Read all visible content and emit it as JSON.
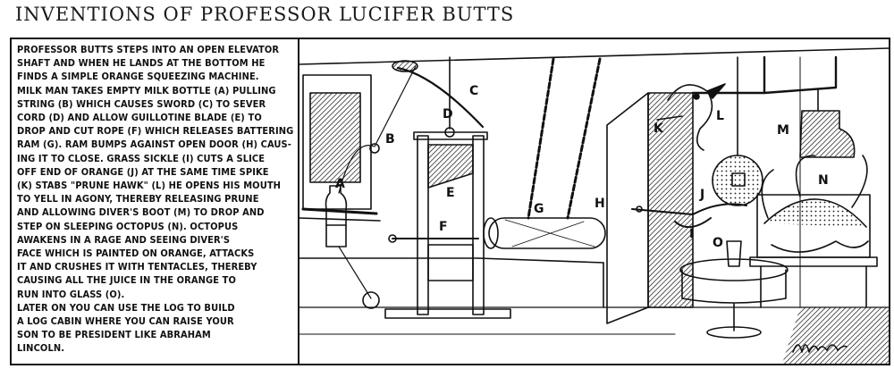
{
  "title": "INVENTIONS OF PROFESSOR LUCIFER BUTTS",
  "caption_lines": [
    "Professor Butts steps into an open elevator",
    "shaft and when he lands at the bottom he",
    "finds a simple orange squeezing machine.",
    "Milk man takes empty milk bottle (A) pulling",
    "string (B) which causes sword (C) to sever",
    "cord (D) and allow guillotine blade (E) to",
    "drop and cut rope (F) which releases battering",
    "ram (G). Ram bumps against open door (H) caus-",
    "ing it to close. Grass sickle (I) cuts a slice",
    "off end of orange (J) at the same time spike",
    "(K) stabs \"prune hawk\" (L) he opens his mouth",
    "to yell in agony, thereby releasing prune",
    "and allowing diver's boot (M) to drop and",
    "step on sleeping octopus (N). Octopus",
    "awakens in a rage and seeing diver's",
    "face which is painted on orange, attacks",
    "it and crushes it with tentacles, thereby",
    "causing all the juice in the orange to",
    "run into glass (O).",
    "Later on you can use the log to build",
    "a log cabin where you can raise your",
    "son to be president like Abraham",
    "Lincoln."
  ],
  "labels": {
    "A": "A",
    "B": "B",
    "C": "C",
    "D": "D",
    "E": "E",
    "F": "F",
    "G": "G",
    "H": "H",
    "I": "I",
    "J": "J",
    "K": "K",
    "L": "L",
    "M": "M",
    "N": "N",
    "O": "O"
  }
}
